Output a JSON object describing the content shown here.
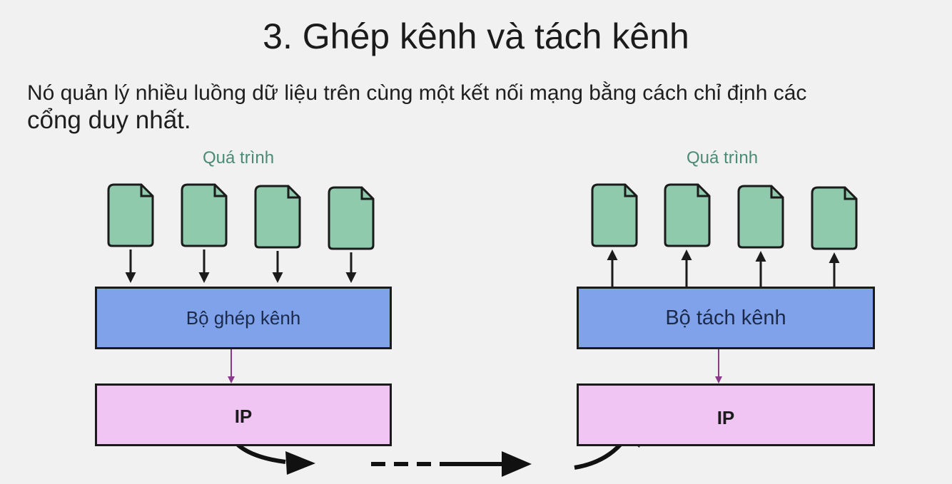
{
  "title": "3. Ghép kênh và tách kênh",
  "description_line1": "Nó quản lý nhiều luồng dữ liệu trên cùng một kết nối mạng bằng cách chỉ định các",
  "description_line2": "cổng duy nhất.",
  "left": {
    "process_label": "Quá trình",
    "block_label": "Bộ ghép kênh",
    "ip_label": "IP"
  },
  "right": {
    "process_label": "Quá trình",
    "block_label": "Bộ tách kênh",
    "ip_label": "IP"
  },
  "colors": {
    "document_fill": "#8ecaab",
    "multiplexer_fill": "#7fa2ea",
    "ip_fill": "#f0c5f3",
    "process_label": "#4b8a74",
    "connector": "#8a3a8a"
  }
}
